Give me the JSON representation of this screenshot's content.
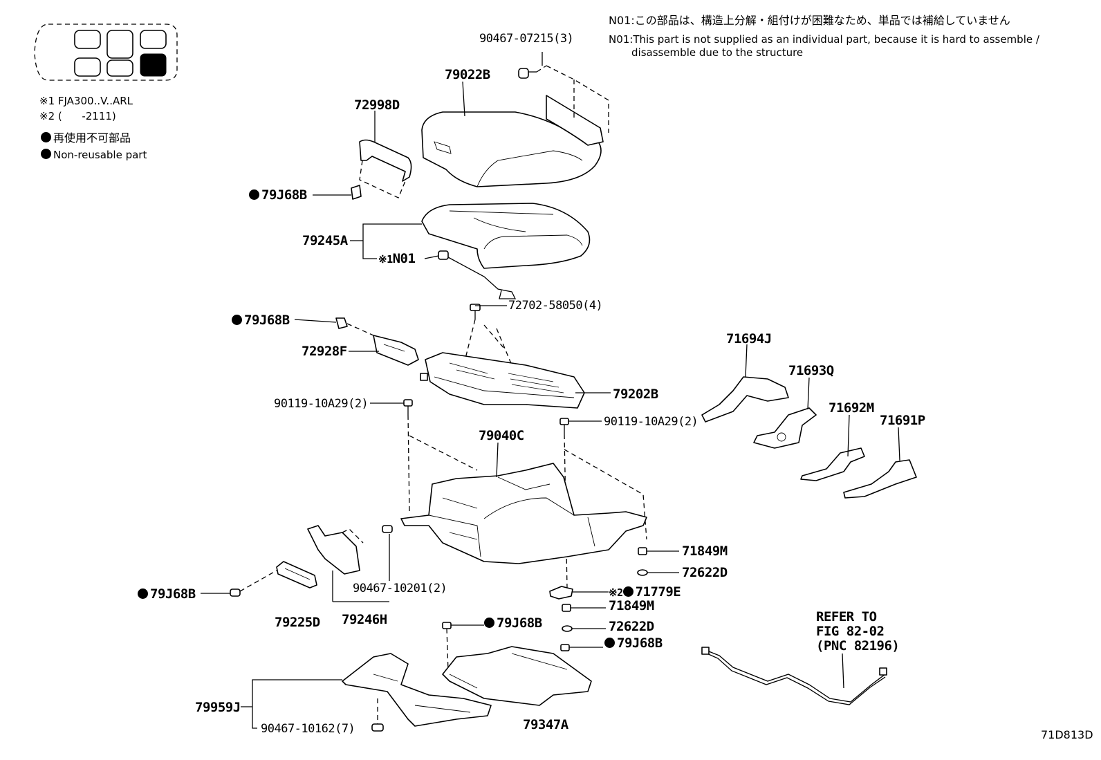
{
  "notes": {
    "n01_jp": "N01:この部品は、構造上分解・組付けが困難なため、単品では補給していません",
    "n01_en_line1": "N01:This part is not supplied as an individual part, because it is hard to assemble /",
    "n01_en_line2": "disassemble due to the structure"
  },
  "legend": {
    "mark1": "※1 FJA300..V..ARL",
    "mark2": "※2 (      -2111)",
    "nonreusable_jp": "再使用不可部品",
    "nonreusable_en": "Non-reusable part"
  },
  "labels": {
    "p90467_07215": "90467-07215(3)",
    "p79022B": "79022B",
    "p72998D": "72998D",
    "p79J68B_a": "79J68B",
    "p79245A": "79245A",
    "pN01": "N01",
    "pN01_mark": "※1",
    "p72702_58050": "72702-58050(4)",
    "p79J68B_b": "79J68B",
    "p72928F": "72928F",
    "p79202B": "79202B",
    "p90119_a": "90119-10A29(2)",
    "p90119_b": "90119-10A29(2)",
    "p79040C": "79040C",
    "p71694J": "71694J",
    "p71693Q": "71693Q",
    "p71692M": "71692M",
    "p71691P": "71691P",
    "p71849M_a": "71849M",
    "p72622D_a": "72622D",
    "p71779E": "71779E",
    "p71779E_mark": "※2",
    "p71849M_b": "71849M",
    "p72622D_b": "72622D",
    "p79J68B_c": "79J68B",
    "p79J68B_d": "79J68B",
    "p79J68B_e": "79J68B",
    "p90467_10201": "90467-10201(2)",
    "p79225D": "79225D",
    "p79246H": "79246H",
    "p79959J": "79959J",
    "p90467_10162": "90467-10162(7)",
    "p79347A": "79347A",
    "refer_line1": "REFER TO",
    "refer_line2": "FIG 82-02",
    "refer_line3": "(PNC 82196)"
  },
  "figure_id": "71D813D"
}
